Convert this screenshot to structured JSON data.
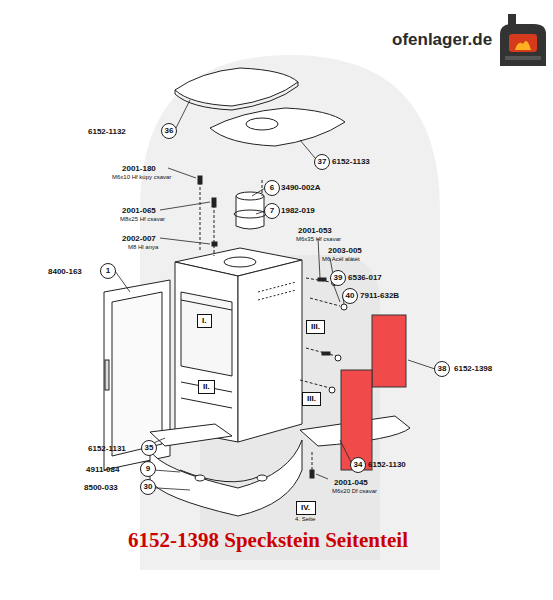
{
  "diagram": {
    "title": "6152-1398 Speckstein Seitenteil",
    "nodes": [
      {
        "text": [
          "I."
        ]
      },
      {
        "text": [
          "II."
        ]
      },
      {
        "text": [
          "III."
        ]
      },
      {
        "text": [
          "III."
        ]
      },
      {
        "text": [
          "IV."
        ]
      }
    ],
    "labels": [
      "ofenlager.de",
      "6152-1132",
      "36",
      "37",
      "6152-1133",
      "2001-180",
      "M6x10 Hf kúpy csavar",
      "6",
      "3490-002A",
      "2001-065",
      "M8x25 Hf csavar",
      "7",
      "1982-019",
      "2002-007",
      "M8 Hl anya",
      "2001-053",
      "M6x35 Hf csavar",
      "2003-005",
      "M6 Acél alátét",
      "39",
      "6536-017",
      "40",
      "7911-632B",
      "8400-163",
      "1",
      "38",
      "6152-1398",
      "6152-1131",
      "35",
      "4911-084",
      "9",
      "34",
      "6152-1130",
      "8500-033",
      "30",
      "2001-045",
      "M6x20 Df csavar",
      "4. Seite"
    ]
  }
}
